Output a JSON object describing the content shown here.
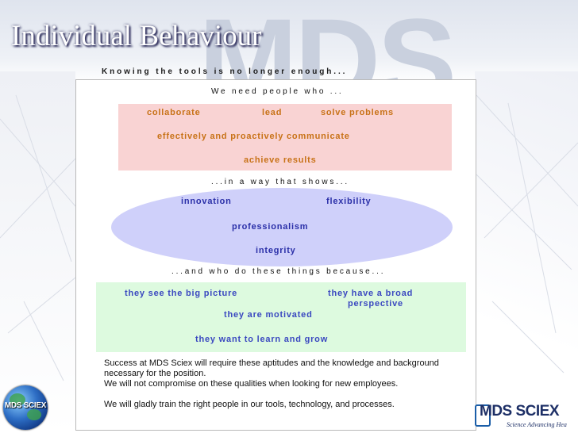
{
  "title": "Individual Behaviour",
  "subtitle": "Knowing the tools is no longer enough...",
  "section1": {
    "heading": "We need people who ...",
    "items": [
      "collaborate",
      "lead",
      "solve problems",
      "effectively and proactively communicate",
      "achieve results"
    ]
  },
  "section2": {
    "heading": "...in a way that shows...",
    "items": [
      "innovation",
      "flexibility",
      "professionalism",
      "integrity"
    ]
  },
  "section3": {
    "heading": "...and who do these things because...",
    "items": [
      "they see the big picture",
      "they have a broad",
      "perspective",
      "they are motivated",
      "they want to learn and grow"
    ]
  },
  "paragraphs": [
    "Success at MDS Sciex will require these aptitudes and the knowledge and background necessary for the position.",
    "We will not compromise on these qualities when looking for new employees.",
    "We will gladly train the right people in our tools, technology, and processes."
  ],
  "globe_logo_text": "MDS SCIEX",
  "logo": {
    "name": "MDS SCIEX",
    "tagline": "Science Advancing Hea"
  },
  "colors": {
    "pink_box": "#f9d3d3",
    "ellipse": "#cfd0fa",
    "green_box": "#ddfadf",
    "orange_text": "#c87217",
    "blue_text": "#2a2fa8"
  }
}
